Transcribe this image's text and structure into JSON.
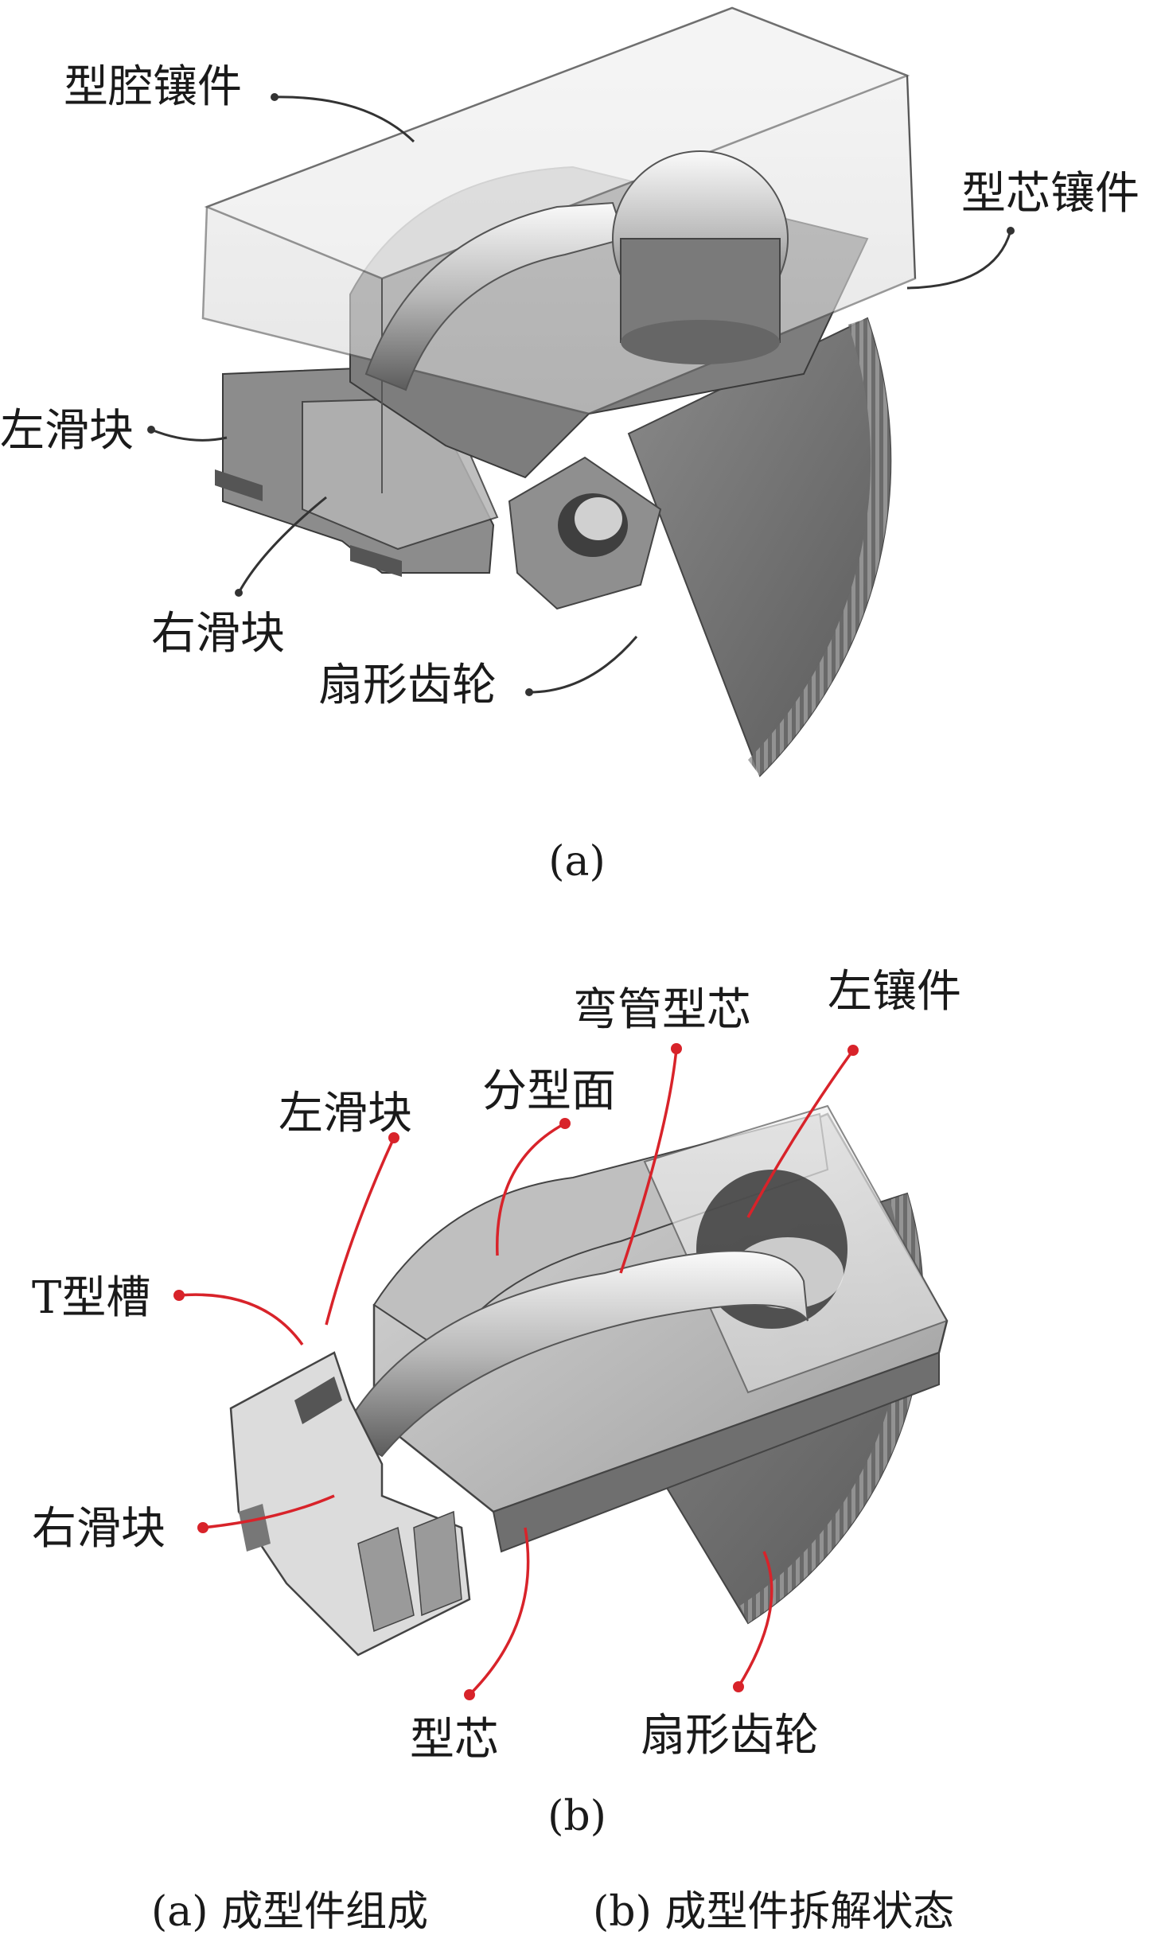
{
  "panel_a": {
    "labels": {
      "cavity_insert": "型腔镶件",
      "core_insert": "型芯镶件",
      "left_slider": "左滑块",
      "right_slider": "右滑块",
      "sector_gear": "扇形齿轮"
    },
    "tag": "(a)"
  },
  "panel_b": {
    "labels": {
      "bend_core": "弯管型芯",
      "left_insert": "左镶件",
      "parting_surface": "分型面",
      "left_slider": "左滑块",
      "t_slot": "T型槽",
      "right_slider": "右滑块",
      "core": "型芯",
      "sector_gear": "扇形齿轮"
    },
    "tag": "(b)"
  },
  "caption": {
    "a": "(a) 成型件组成",
    "b": "(b) 成型件拆解状态"
  },
  "colors": {
    "leader_a": "#333333",
    "leader_b": "#d8232a",
    "metal_dark": "#6e6e6e",
    "metal_mid": "#9a9a9a",
    "metal_light": "#cfcfcf",
    "glass": "#e4e4e4"
  }
}
